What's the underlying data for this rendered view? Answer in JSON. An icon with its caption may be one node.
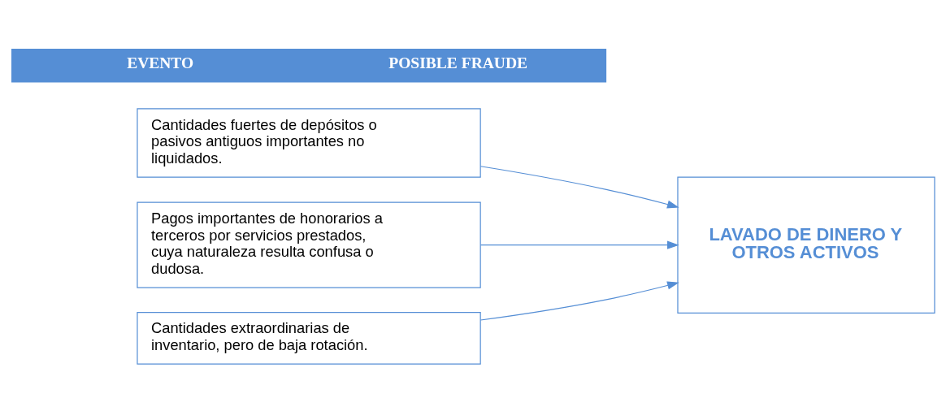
{
  "diagram": {
    "nodes": [
      {
        "text": [
          "EVENTO",
          "POSIBLE FRAUDE"
        ]
      },
      {
        "text": [
          "Cantidades fuertes de depósitos o pasivos antiguos importantes no liquidados."
        ]
      },
      {
        "text": [
          "Pagos importantes de honorarios a terceros por servicios prestados, cuya naturaleza resulta confusa o dudosa."
        ]
      },
      {
        "text": [
          "Cantidades extraordinarias de inventario, pero de baja rotación."
        ]
      },
      {
        "text": [
          "LAVADO DE DINERO Y OTROS ACTIVOS"
        ]
      }
    ],
    "edges": [
      {
        "from": 1,
        "to": 4,
        "arrow": "to"
      },
      {
        "from": 2,
        "to": 4,
        "arrow": "to"
      },
      {
        "from": 3,
        "to": 4,
        "arrow": "to"
      }
    ]
  }
}
